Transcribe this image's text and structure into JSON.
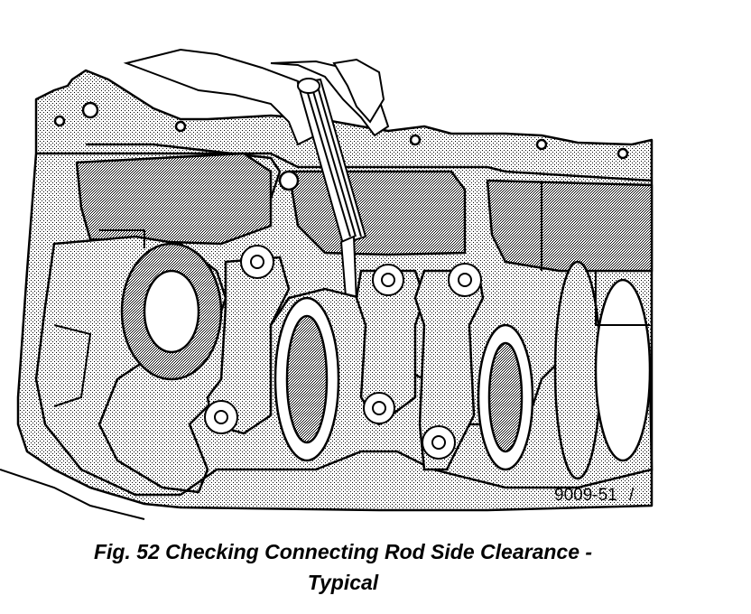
{
  "figure": {
    "code": "9009-51",
    "code_mark": "/"
  },
  "caption": {
    "line1": "Fig. 52 Checking Connecting Rod Side Clearance -",
    "line2": "Typical"
  }
}
